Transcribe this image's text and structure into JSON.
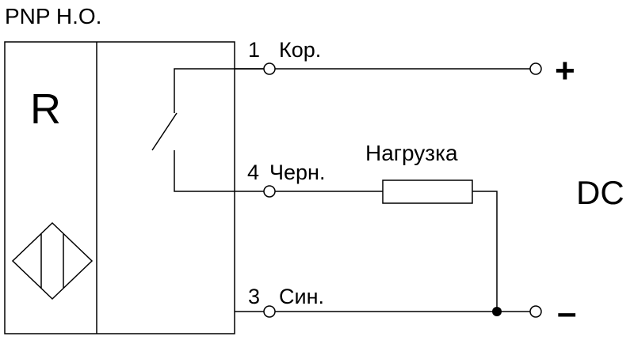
{
  "title": "PNP Н.О.",
  "sensor_letter": "R",
  "wires": [
    {
      "number": "1",
      "name": "Кор."
    },
    {
      "number": "4",
      "name": "Черн."
    },
    {
      "number": "3",
      "name": "Син."
    }
  ],
  "load_label": "Нагрузка",
  "supply_label": "DC",
  "plus_sign": "+",
  "minus_sign": "–"
}
